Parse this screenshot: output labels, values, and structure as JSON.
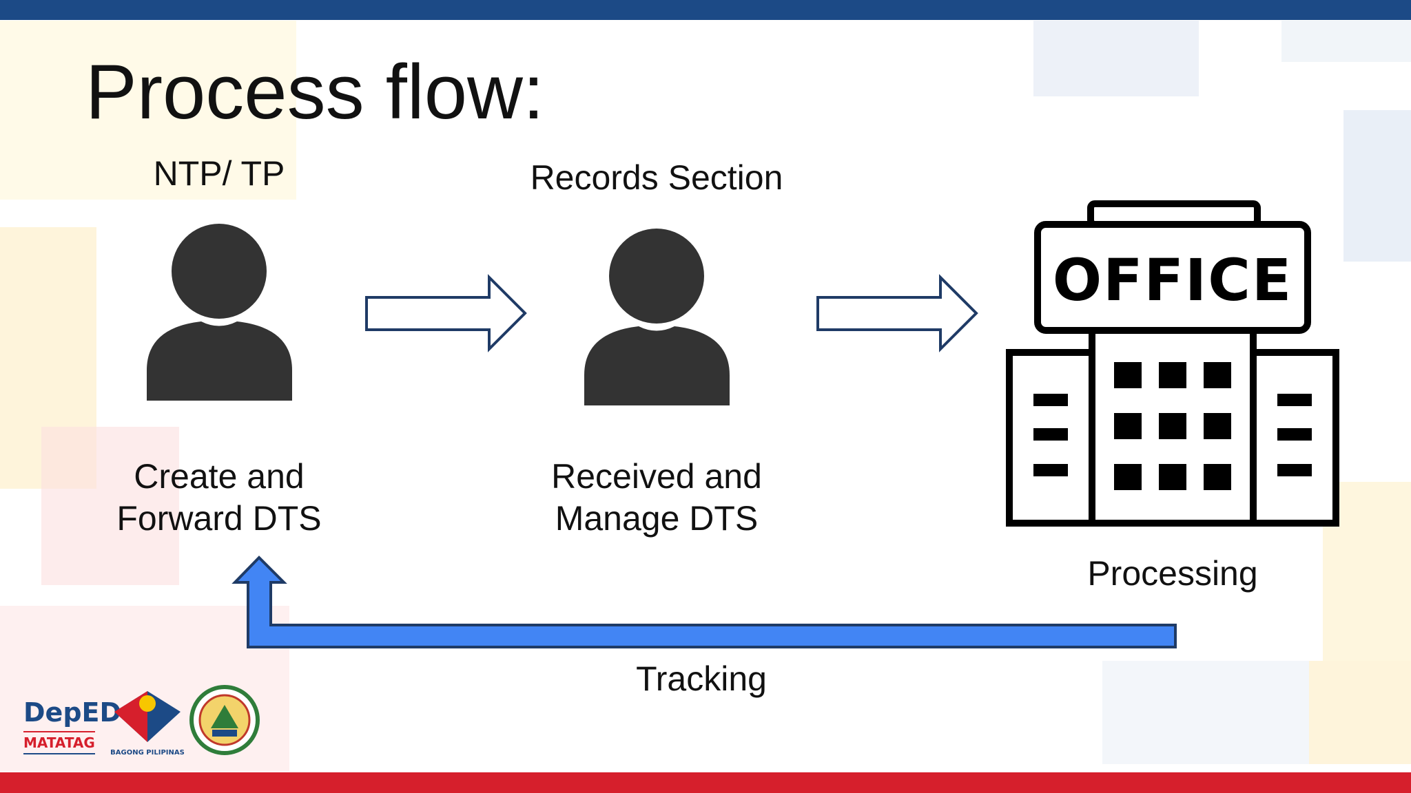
{
  "slide": {
    "title": "Process flow:"
  },
  "nodes": [
    {
      "role": "NTP/ TP",
      "action_line1": "Create and",
      "action_line2": "Forward DTS"
    },
    {
      "role": "Records Section",
      "action_line1": "Received and",
      "action_line2": "Manage DTS"
    },
    {
      "role": "",
      "action_line1": "Processing",
      "office_sign": "OFFICE"
    }
  ],
  "feedback": {
    "label": "Tracking"
  },
  "logos": {
    "deped_word": "DepED",
    "deped_sub": "MATATAG",
    "bagong_pilipinas": "BAGONG PILIPINAS"
  },
  "colors": {
    "top_band": "#1c4a86",
    "bottom_band": "#d61f2c",
    "arrow_outline": "#1f3b66",
    "feedback_arrow": "#4285f4",
    "feedback_outline": "#1f3b66",
    "person": "#333333"
  },
  "icons": [
    "person-icon",
    "right-arrow-icon",
    "office-building-icon",
    "return-arrow-icon"
  ]
}
